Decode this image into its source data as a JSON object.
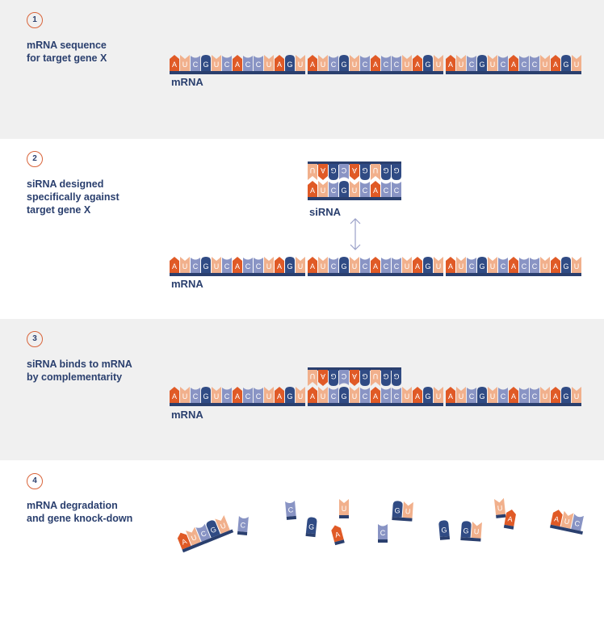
{
  "colors": {
    "A": "#e05a26",
    "U": "#f1b08c",
    "C": "#8994c4",
    "G": "#304b84",
    "backbone": "#2a3f6e",
    "accent": "#d9643a",
    "arrow": "#9aa0c8"
  },
  "steps": [
    {
      "number": "1",
      "text": "mRNA sequence\nfor target gene X"
    },
    {
      "number": "2",
      "text": "siRNA designed\nspecifically against\ntarget gene X"
    },
    {
      "number": "3",
      "text": "siRNA binds to mRNA\nby complementarity"
    },
    {
      "number": "4",
      "text": "mRNA degradation\nand gene knock-down"
    }
  ],
  "labels": {
    "mrna": "mRNA",
    "sirna": "siRNA"
  },
  "mrna_segment": "AUCGUCACCUAGU",
  "sirna": {
    "guide": "AUCGUCACC",
    "passenger": "UAGCAGUGG"
  },
  "fragments": [
    "AUCGU",
    "C",
    "C",
    "G",
    "A",
    "U",
    "C",
    "GU",
    "G",
    "GU",
    "U",
    "A",
    "AUC"
  ]
}
